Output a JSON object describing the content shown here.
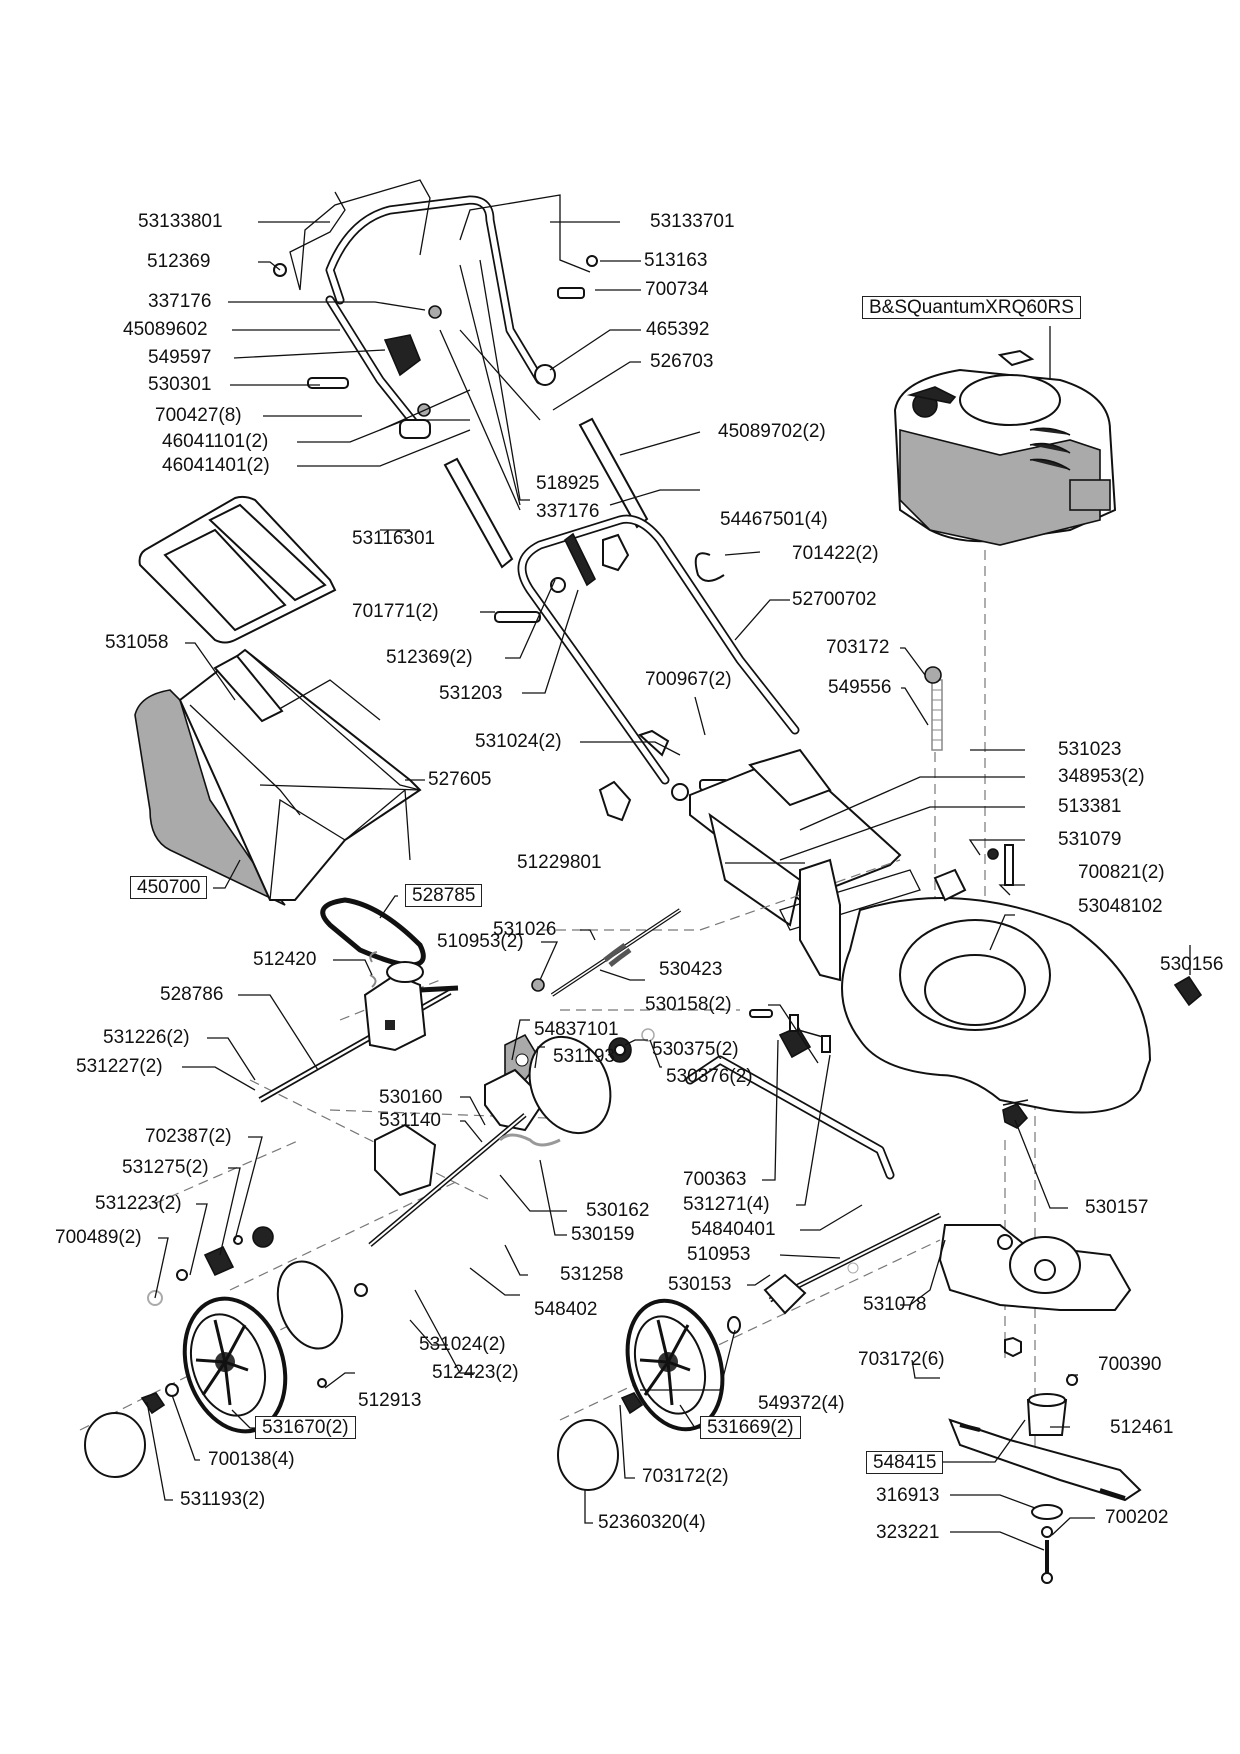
{
  "diagram": {
    "type": "exploded-parts-diagram",
    "subject": "walk-behind lawn mower",
    "engine_label": "B&SQuantumXRQ60RS",
    "labels": {
      "p53133801": "53133801",
      "p512369": "512369",
      "p337176a": "337176",
      "p45089602": "45089602",
      "p549597": "549597",
      "p530301": "530301",
      "p700427": "700427(8)",
      "p46041101": "46041101(2)",
      "p46041401": "46041401(2)",
      "p53133701": "53133701",
      "p513163": "513163",
      "p700734": "700734",
      "p465392": "465392",
      "p526703": "526703",
      "p45089702": "45089702(2)",
      "p518925": "518925",
      "p337176b": "337176",
      "p53116301": "53116301",
      "p54467501": "54467501(4)",
      "p701422": "701422(2)",
      "p701771": "701771(2)",
      "p52700702": "52700702",
      "p512369b": "512369(2)",
      "p531203": "531203",
      "p531058": "531058",
      "p703172a": "703172",
      "p549556": "549556",
      "p700967": "700967(2)",
      "p531024a": "531024(2)",
      "p531023": "531023",
      "p348953": "348953(2)",
      "p527605": "527605",
      "p513381": "513381",
      "p531079": "531079",
      "p51229801": "51229801",
      "p700821": "700821(2)",
      "p450700": "450700",
      "p528785": "528785",
      "p53048102": "53048102",
      "p531026": "531026",
      "p510953b": "510953(2)",
      "p530423": "530423",
      "p512420": "512420",
      "p530156": "530156",
      "p528786": "528786",
      "p530158": "530158(2)",
      "p531226": "531226(2)",
      "p54837101": "54837101",
      "p531227": "531227(2)",
      "p531193a": "531193",
      "p530375": "530375(2)",
      "p530376": "530376(2)",
      "p530160": "530160",
      "p531140": "531140",
      "p702387": "702387(2)",
      "p531275": "531275(2)",
      "p700363": "700363",
      "p531223": "531223(2)",
      "p531271": "531271(4)",
      "p530162": "530162",
      "p530157": "530157",
      "p700489": "700489(2)",
      "p54840401": "54840401",
      "p530159": "530159",
      "p510953": "510953",
      "p531258": "531258",
      "p530153": "530153",
      "p531078": "531078",
      "p548402": "548402",
      "p531024b": "531024(2)",
      "p703172c": "703172(6)",
      "p512423": "512423(2)",
      "p700390": "700390",
      "p512913": "512913",
      "p549372": "549372(4)",
      "p512461": "512461",
      "p531670": "531670(2)",
      "p531669": "531669(2)",
      "p548415": "548415",
      "p700138": "700138(4)",
      "p316913": "316913",
      "p703172b": "703172(2)",
      "p700202": "700202",
      "p531193b": "531193(2)",
      "p323221": "323221",
      "p52360320": "52360320(4)"
    }
  }
}
